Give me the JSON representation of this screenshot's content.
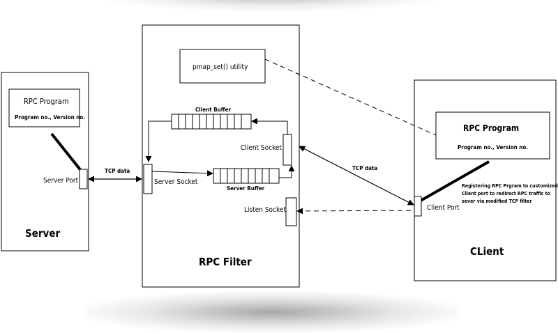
{
  "diagram": {
    "server": {
      "title": "Server",
      "program_title": "RPC Program",
      "program_subtitle": "Program no., Version no.",
      "port": "Server Port"
    },
    "filter": {
      "title": "RPC Filter",
      "utility": "pmap_set() utility",
      "client_buffer": "Client Buffer",
      "server_buffer": "Server Buffer",
      "client_socket": "Client Socket",
      "server_socket": "Server Socket",
      "listen_socket": "Listen Socket"
    },
    "client": {
      "title": "CLient",
      "program_title": "RPC Program",
      "program_subtitle": "Program no., Version no.",
      "port": "Client Port",
      "note_lines": [
        "Registering RPC Prgram to customized",
        "Client port to redirect RPC traffic to",
        "sever via modified TCP filter"
      ]
    },
    "links": {
      "server_tcp": "TCP data",
      "client_tcp": "TCP data"
    }
  }
}
